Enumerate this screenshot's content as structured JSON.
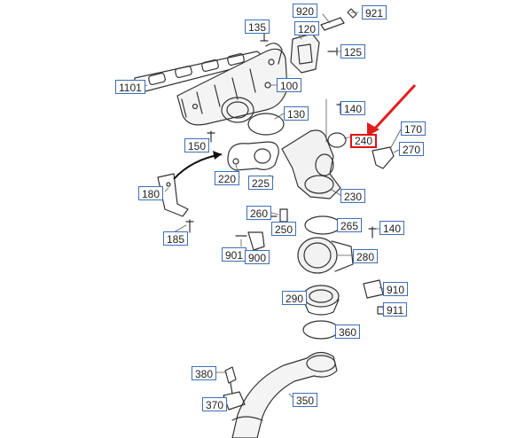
{
  "colors": {
    "label_border": "#3d6fb5",
    "highlight": "#e01010",
    "arrow": "#e31c1c",
    "line": "#333333"
  },
  "labels": {
    "p920": "920",
    "p921": "921",
    "p135": "135",
    "p120": "120",
    "p125": "125",
    "p1101": "1101",
    "p100": "100",
    "p140a": "140",
    "p130": "130",
    "p170": "170",
    "p240": "240",
    "p270": "270",
    "p150": "150",
    "p220": "220",
    "p225": "225",
    "p230": "230",
    "p180": "180",
    "p260": "260",
    "p250": "250",
    "p265": "265",
    "p140b": "140",
    "p185": "185",
    "p901": "901",
    "p900": "900",
    "p280": "280",
    "p910": "910",
    "p290": "290",
    "p911": "911",
    "p360": "360",
    "p380": "380",
    "p350": "350",
    "p370": "370"
  }
}
